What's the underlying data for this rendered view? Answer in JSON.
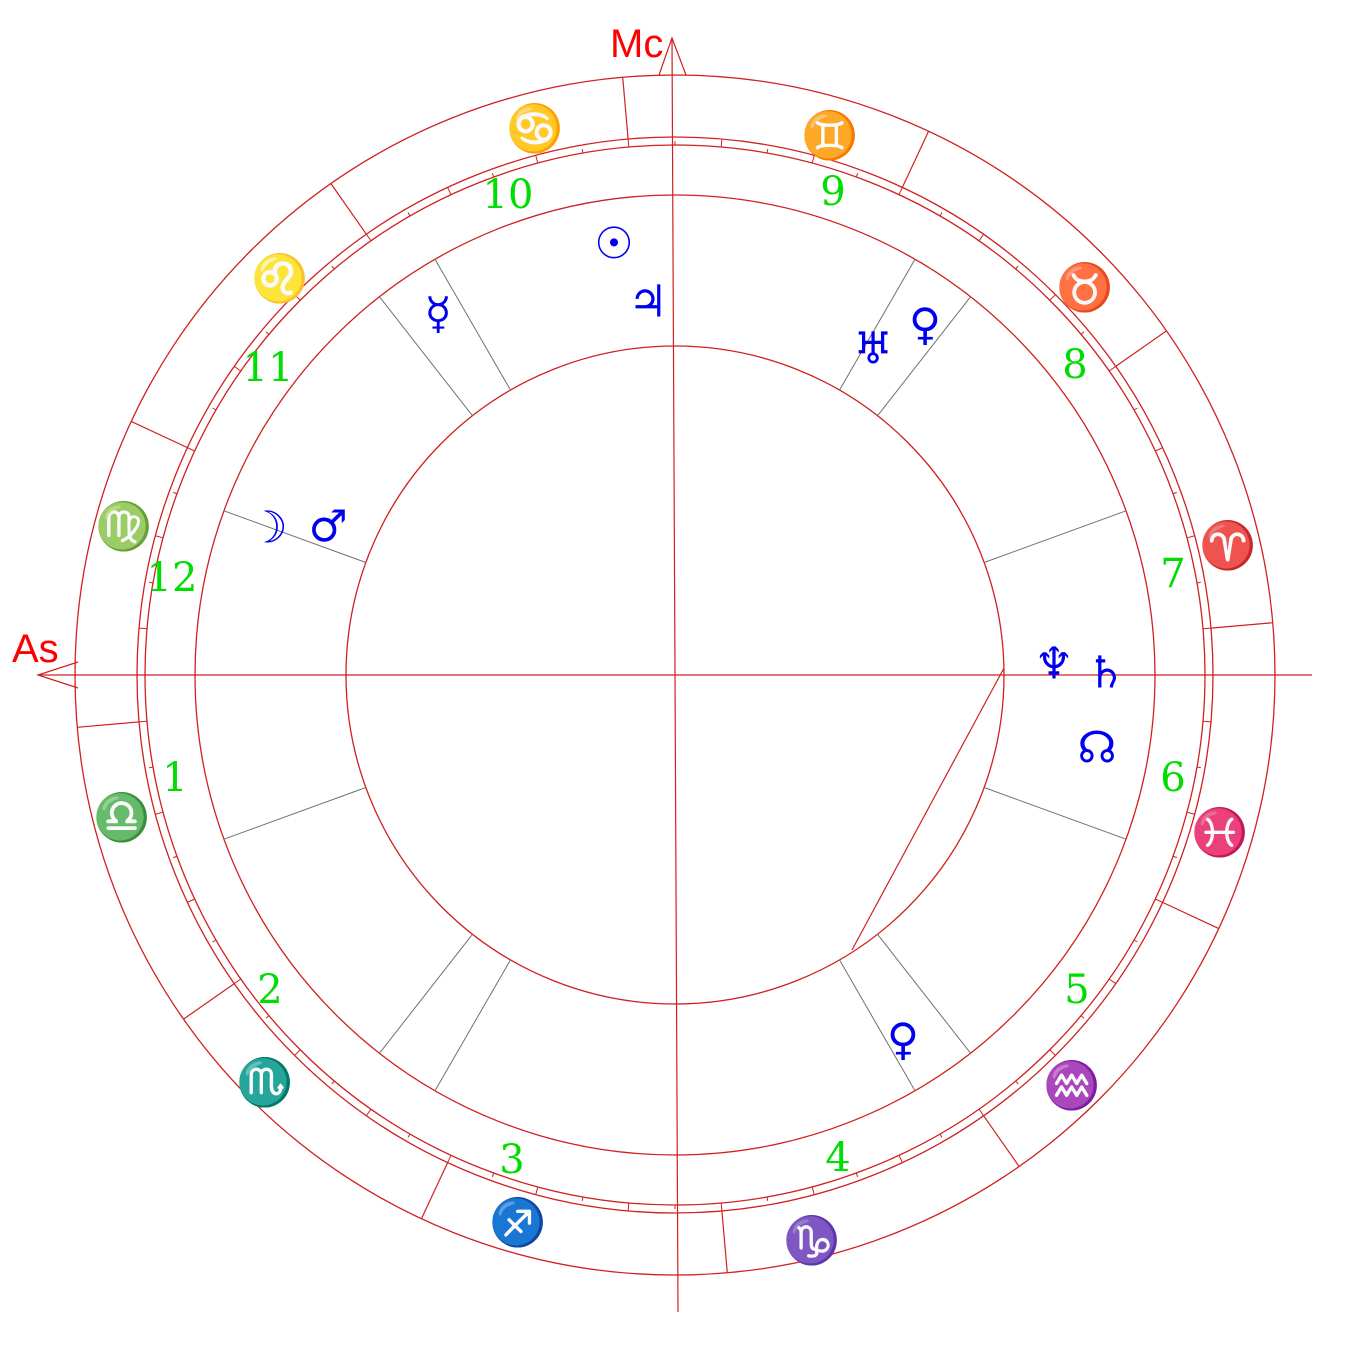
{
  "colors": {
    "lines": "#d02020",
    "house_lines": "#707070",
    "angles": "#ff0000",
    "zodiac": "#ff00ff",
    "houses": "#00dd00",
    "planets": "#0000ee"
  },
  "angles": {
    "ascendant": "As",
    "midheaven": "Mc"
  },
  "zodiac_signs": [
    {
      "name": "aries",
      "glyph": "♈"
    },
    {
      "name": "taurus",
      "glyph": "♉"
    },
    {
      "name": "gemini",
      "glyph": "♊"
    },
    {
      "name": "cancer",
      "glyph": "♋"
    },
    {
      "name": "leo",
      "glyph": "♌"
    },
    {
      "name": "virgo",
      "glyph": "♍"
    },
    {
      "name": "libra",
      "glyph": "♎"
    },
    {
      "name": "scorpio",
      "glyph": "♏"
    },
    {
      "name": "sagittarius",
      "glyph": "♐"
    },
    {
      "name": "capricorn",
      "glyph": "♑"
    },
    {
      "name": "aquarius",
      "glyph": "♒"
    },
    {
      "name": "pisces",
      "glyph": "♓"
    }
  ],
  "houses": [
    "1",
    "2",
    "3",
    "4",
    "5",
    "6",
    "7",
    "8",
    "9",
    "10",
    "11",
    "12"
  ],
  "planets": [
    {
      "name": "sun",
      "glyph": "☉"
    },
    {
      "name": "jupiter",
      "glyph": "♃"
    },
    {
      "name": "mercury",
      "glyph": "☿"
    },
    {
      "name": "uranus",
      "glyph": "♅"
    },
    {
      "name": "venus",
      "glyph": "♀"
    },
    {
      "name": "moon",
      "glyph": "☽"
    },
    {
      "name": "mars",
      "glyph": "♂"
    },
    {
      "name": "neptune",
      "glyph": "♆"
    },
    {
      "name": "saturn",
      "glyph": "♄"
    },
    {
      "name": "north-node",
      "glyph": "☊"
    },
    {
      "name": "pluto",
      "glyph": "♀"
    }
  ]
}
